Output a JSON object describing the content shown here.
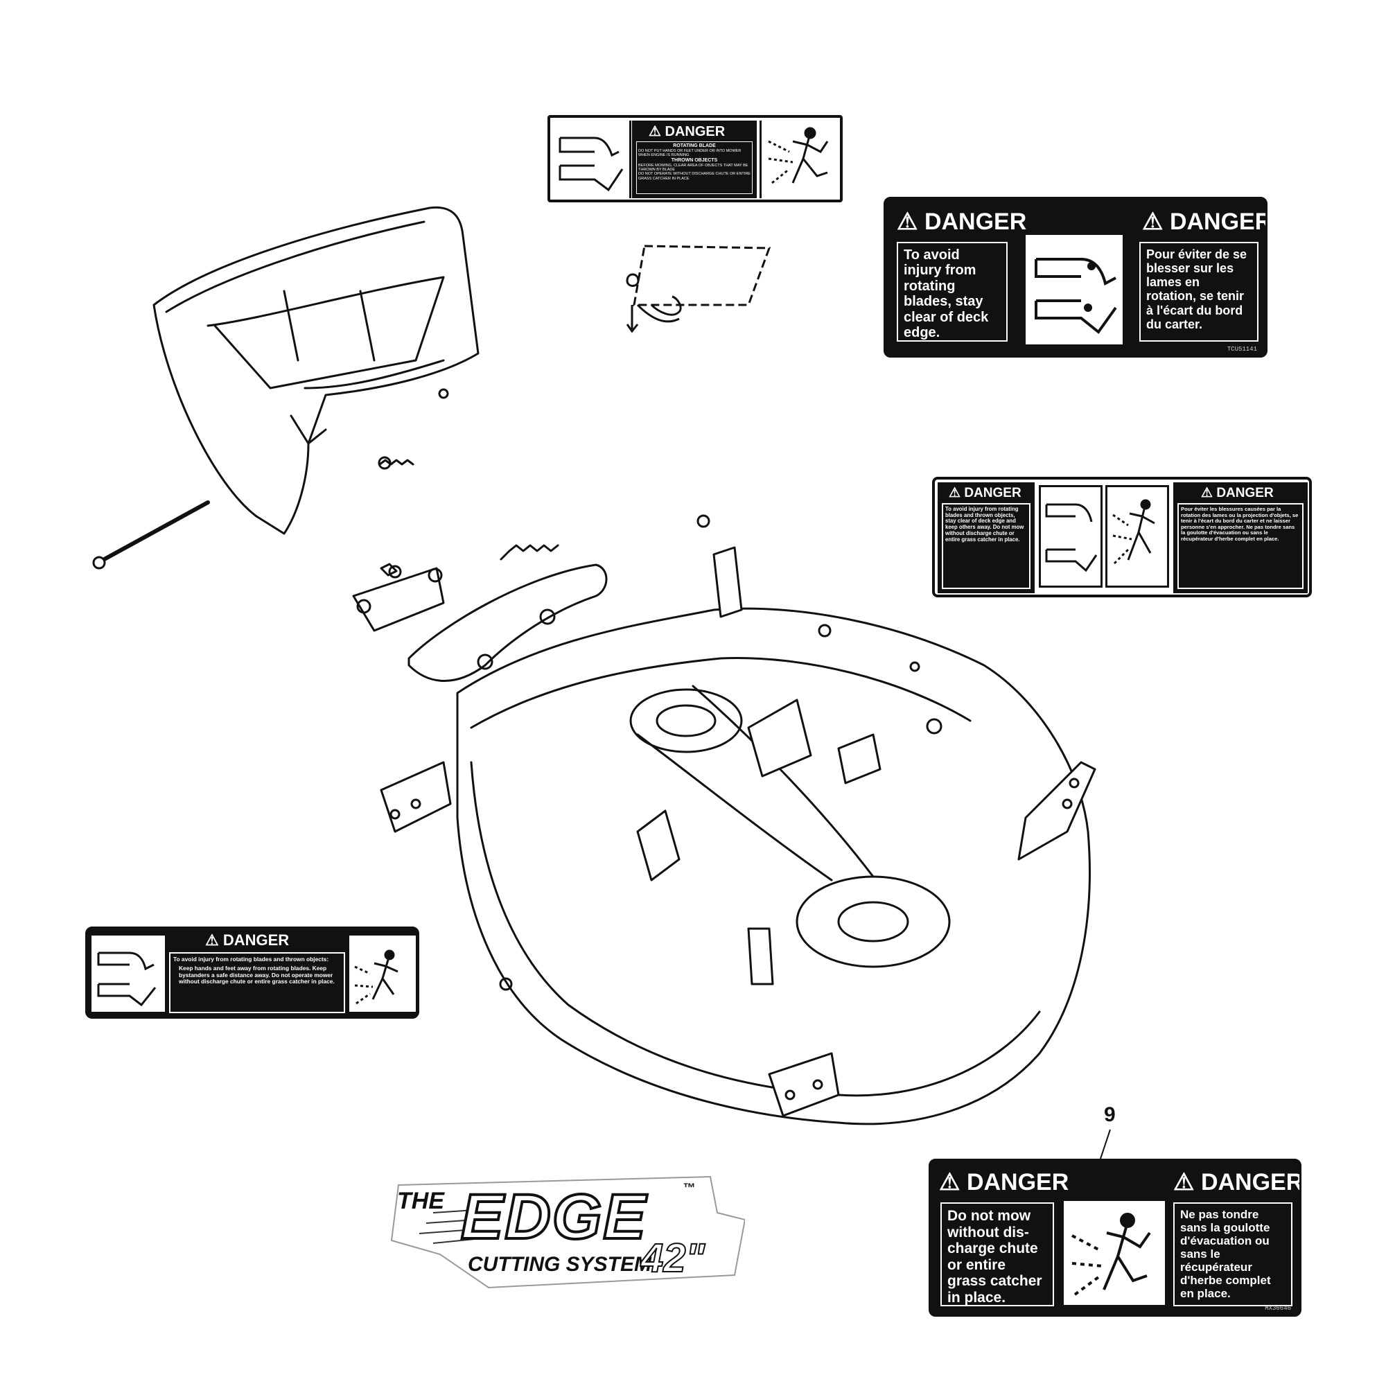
{
  "decal_top": {
    "header": "DANGER",
    "title1": "ROTATING BLADE",
    "line1": "DO NOT PUT HANDS OR FEET UNDER OR INTO MOWER WHEN ENGINE IS RUNNING",
    "title2": "THROWN OBJECTS",
    "line2": "BEFORE MOWING, CLEAR AREA OF OBJECTS THAT MAY BE THROWN BY BLADE",
    "line3": "DO NOT OPERATE WITHOUT DISCHARGE CHUTE OR ENTIRE GRASS CATCHER IN PLACE"
  },
  "decal_deck_edge": {
    "header_en": "DANGER",
    "header_fr": "DANGER",
    "text_en": "To avoid injury from rotating blades, stay clear of deck edge.",
    "text_fr": "Pour éviter de se blesser sur les lames en rotation, se tenir à l'écart du bord du carter.",
    "code": "TCU51141"
  },
  "decal_right_mid": {
    "header_en": "DANGER",
    "header_fr": "DANGER",
    "text_en": "To avoid injury from rotating blades and thrown objects, stay clear of deck edge and keep others away. Do not mow without discharge chute or entire grass catcher in place.",
    "text_fr": "Pour éviter les blessures causées par la rotation des lames ou la projection d'objets, se tenir à l'écart du bord du carter et ne laisser personne s'en approcher. Ne pas tondre sans la goulotte d'évacuation ou sans le récupérateur d'herbe complet en place."
  },
  "decal_left": {
    "header": "DANGER",
    "intro": "To avoid injury from rotating blades and thrown objects:",
    "bullets": "Keep hands and feet away from rotating blades. Keep bystanders a safe distance away. Do not operate mower without discharge chute or entire grass catcher in place."
  },
  "decal_9": {
    "callout": "9",
    "header_en": "DANGER",
    "header_fr": "DANGER",
    "text_en": "Do not mow without dis- charge chute or entire grass catcher in place.",
    "text_fr": "Ne pas tondre sans la goulotte d'évacuation ou sans le récupérateur d'herbe complet en place.",
    "code": "MX36646"
  },
  "logo": {
    "the": "THE",
    "edge": "EDGE",
    "tm": "™",
    "cutting": "CUTTING SYSTEM",
    "size": "42\""
  }
}
